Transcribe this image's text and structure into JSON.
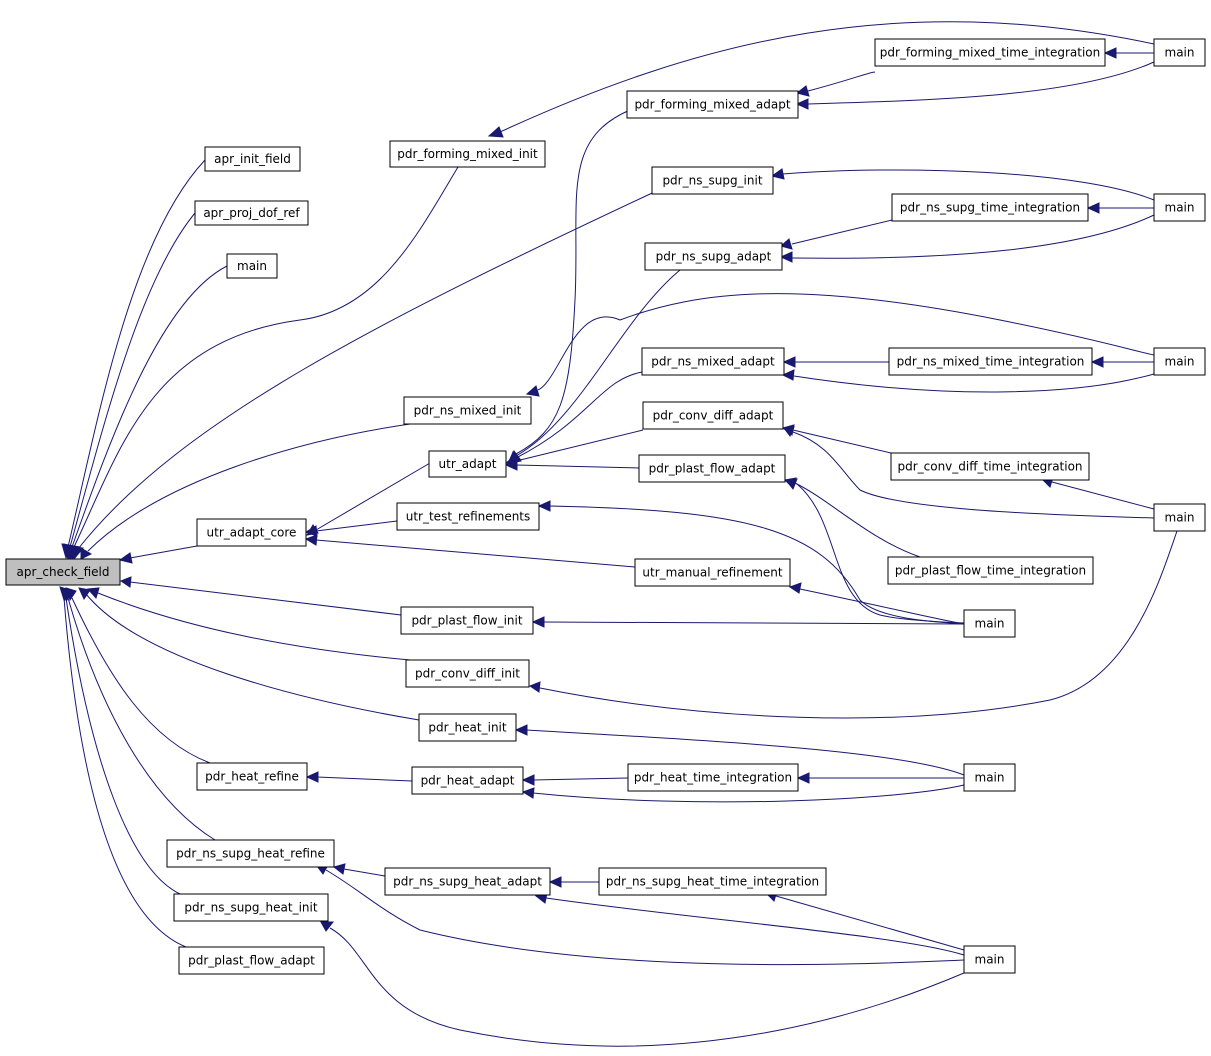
{
  "graph": {
    "edge_color": "#191970",
    "root_fill": "#bfbfbf",
    "nodes": [
      {
        "id": "root",
        "label": "apr_check_field",
        "root": true
      },
      {
        "id": "n_init_field",
        "label": "apr_init_field"
      },
      {
        "id": "n_proj_dof",
        "label": "apr_proj_dof_ref"
      },
      {
        "id": "n_main_a",
        "label": "main"
      },
      {
        "id": "n_forming_init",
        "label": "pdr_forming_mixed_init"
      },
      {
        "id": "n_forming_adapt",
        "label": "pdr_forming_mixed_adapt"
      },
      {
        "id": "n_forming_time",
        "label": "pdr_forming_mixed_time_integration"
      },
      {
        "id": "m1",
        "label": "main"
      },
      {
        "id": "n_supg_init",
        "label": "pdr_ns_supg_init"
      },
      {
        "id": "n_supg_adapt",
        "label": "pdr_ns_supg_adapt"
      },
      {
        "id": "n_supg_time",
        "label": "pdr_ns_supg_time_integration"
      },
      {
        "id": "m2",
        "label": "main"
      },
      {
        "id": "n_mixed_adapt",
        "label": "pdr_ns_mixed_adapt"
      },
      {
        "id": "n_mixed_time",
        "label": "pdr_ns_mixed_time_integration"
      },
      {
        "id": "m3",
        "label": "main"
      },
      {
        "id": "n_mixed_init",
        "label": "pdr_ns_mixed_init"
      },
      {
        "id": "n_conv_adapt",
        "label": "pdr_conv_diff_adapt"
      },
      {
        "id": "n_conv_time",
        "label": "pdr_conv_diff_time_integration"
      },
      {
        "id": "n_utr_adapt",
        "label": "utr_adapt"
      },
      {
        "id": "n_plast_adapt_r",
        "label": "pdr_plast_flow_adapt"
      },
      {
        "id": "m4",
        "label": "main"
      },
      {
        "id": "n_utr_core",
        "label": "utr_adapt_core"
      },
      {
        "id": "n_utr_test",
        "label": "utr_test_refinements"
      },
      {
        "id": "n_plast_time",
        "label": "pdr_plast_flow_time_integration"
      },
      {
        "id": "n_utr_manual",
        "label": "utr_manual_refinement"
      },
      {
        "id": "n_plast_init",
        "label": "pdr_plast_flow_init"
      },
      {
        "id": "m5",
        "label": "main"
      },
      {
        "id": "n_conv_init",
        "label": "pdr_conv_diff_init"
      },
      {
        "id": "n_heat_init",
        "label": "pdr_heat_init"
      },
      {
        "id": "n_heat_refine",
        "label": "pdr_heat_refine"
      },
      {
        "id": "n_heat_adapt",
        "label": "pdr_heat_adapt"
      },
      {
        "id": "n_heat_time",
        "label": "pdr_heat_time_integration"
      },
      {
        "id": "m6",
        "label": "main"
      },
      {
        "id": "n_supg_heat_refine",
        "label": "pdr_ns_supg_heat_refine"
      },
      {
        "id": "n_supg_heat_adapt",
        "label": "pdr_ns_supg_heat_adapt"
      },
      {
        "id": "n_supg_heat_time",
        "label": "pdr_ns_supg_heat_time_integration"
      },
      {
        "id": "n_supg_heat_init",
        "label": "pdr_ns_supg_heat_init"
      },
      {
        "id": "m7",
        "label": "main"
      },
      {
        "id": "n_plast_adapt_l",
        "label": "pdr_plast_flow_adapt"
      }
    ]
  }
}
